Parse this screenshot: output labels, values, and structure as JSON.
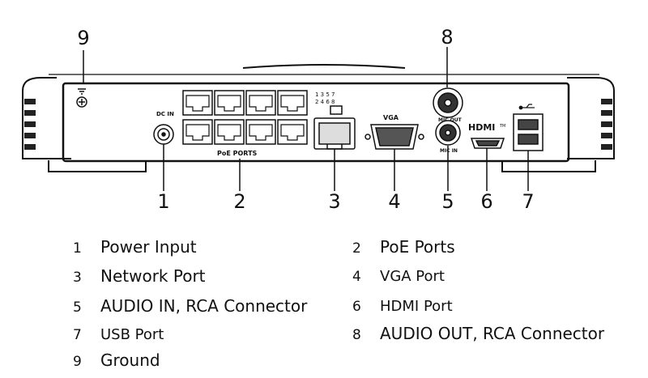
{
  "callouts": [
    {
      "id": "ground",
      "number": "9"
    },
    {
      "id": "audio-out",
      "number": "8"
    },
    {
      "id": "power",
      "number": "1"
    },
    {
      "id": "poe",
      "number": "2"
    },
    {
      "id": "network",
      "number": "3"
    },
    {
      "id": "vga",
      "number": "4"
    },
    {
      "id": "audio-in",
      "number": "5"
    },
    {
      "id": "hdmi",
      "number": "6"
    },
    {
      "id": "usb",
      "number": "7"
    }
  ],
  "panel_labels": {
    "dc_in": "DC IN",
    "poe_ports": "PoE PORTS",
    "port_numbers_top": "1 3 5 7",
    "port_numbers_bottom": "2 4 6 8",
    "vga": "VGA",
    "mic_out": "MIC OUT",
    "mic_in": "MIC IN",
    "hdmi_logo": "HDMI",
    "hdmi_tm": "TM"
  },
  "legend": [
    {
      "number": "1",
      "label": "Power Input"
    },
    {
      "number": "2",
      "label": "PoE Ports"
    },
    {
      "number": "3",
      "label": "Network Port"
    },
    {
      "number": "4",
      "label": "VGA Port"
    },
    {
      "number": "5",
      "label": "AUDIO IN, RCA Connector"
    },
    {
      "number": "6",
      "label": "HDMI Port"
    },
    {
      "number": "7",
      "label": "USB Port"
    },
    {
      "number": "8",
      "label": "AUDIO OUT, RCA Connector"
    },
    {
      "number": "9",
      "label": "Ground"
    }
  ]
}
